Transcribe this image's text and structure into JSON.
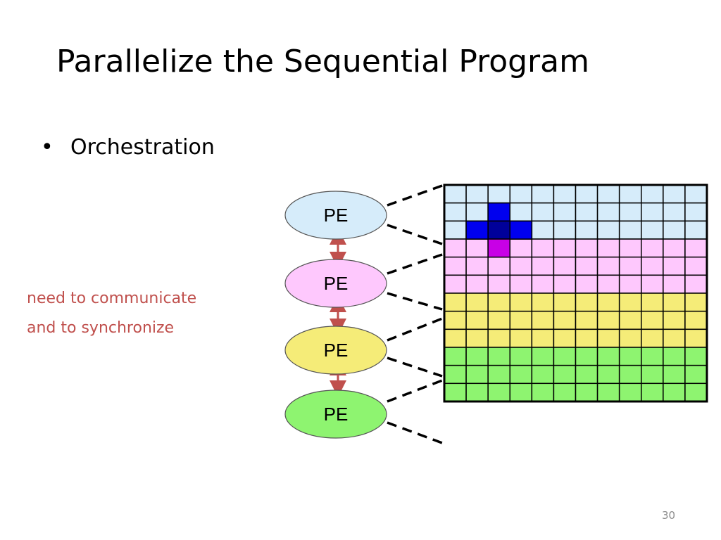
{
  "slide": {
    "title": "Parallelize the Sequential Program",
    "bullet": "Orchestration",
    "note_lines": [
      "need to communicate",
      "and to synchronize"
    ],
    "page_number": "30"
  },
  "diagram": {
    "pe_label": "PE",
    "processing_elements": [
      {
        "label": "PE",
        "fill": "#d6ecfa"
      },
      {
        "label": "PE",
        "fill": "#fec8fd"
      },
      {
        "label": "PE",
        "fill": "#f5ec78"
      },
      {
        "label": "PE",
        "fill": "#8ef470"
      }
    ],
    "grid": {
      "rows": 12,
      "cols": 12,
      "row_band_colors": [
        "#d6ecfa",
        "#d6ecfa",
        "#d6ecfa",
        "#fec8fd",
        "#fec8fd",
        "#fec8fd",
        "#f5ec78",
        "#f5ec78",
        "#f5ec78",
        "#8ef470",
        "#8ef470",
        "#8ef470"
      ],
      "highlighted_cells": [
        {
          "row": 1,
          "col": 2,
          "color": "#0000ee"
        },
        {
          "row": 2,
          "col": 1,
          "color": "#0000ee"
        },
        {
          "row": 2,
          "col": 2,
          "color": "#00009a"
        },
        {
          "row": 2,
          "col": 3,
          "color": "#0000ee"
        },
        {
          "row": 3,
          "col": 2,
          "color": "#c800e6"
        }
      ]
    },
    "colors": {
      "arrow": "#c0504d",
      "grid_line": "#000000",
      "dash": "#000000"
    }
  }
}
